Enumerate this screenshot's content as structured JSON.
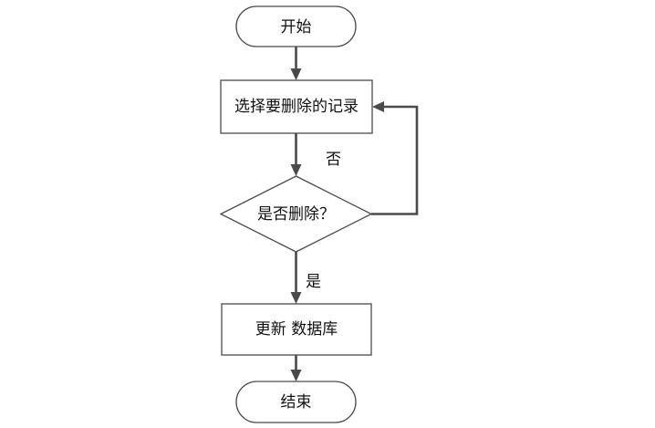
{
  "nodes": {
    "start": "开始",
    "select": "选择要删除的记录",
    "decision": "是否删除？",
    "update": "更新 数据库",
    "end": "结束"
  },
  "edges": {
    "no": "否",
    "yes": "是"
  }
}
